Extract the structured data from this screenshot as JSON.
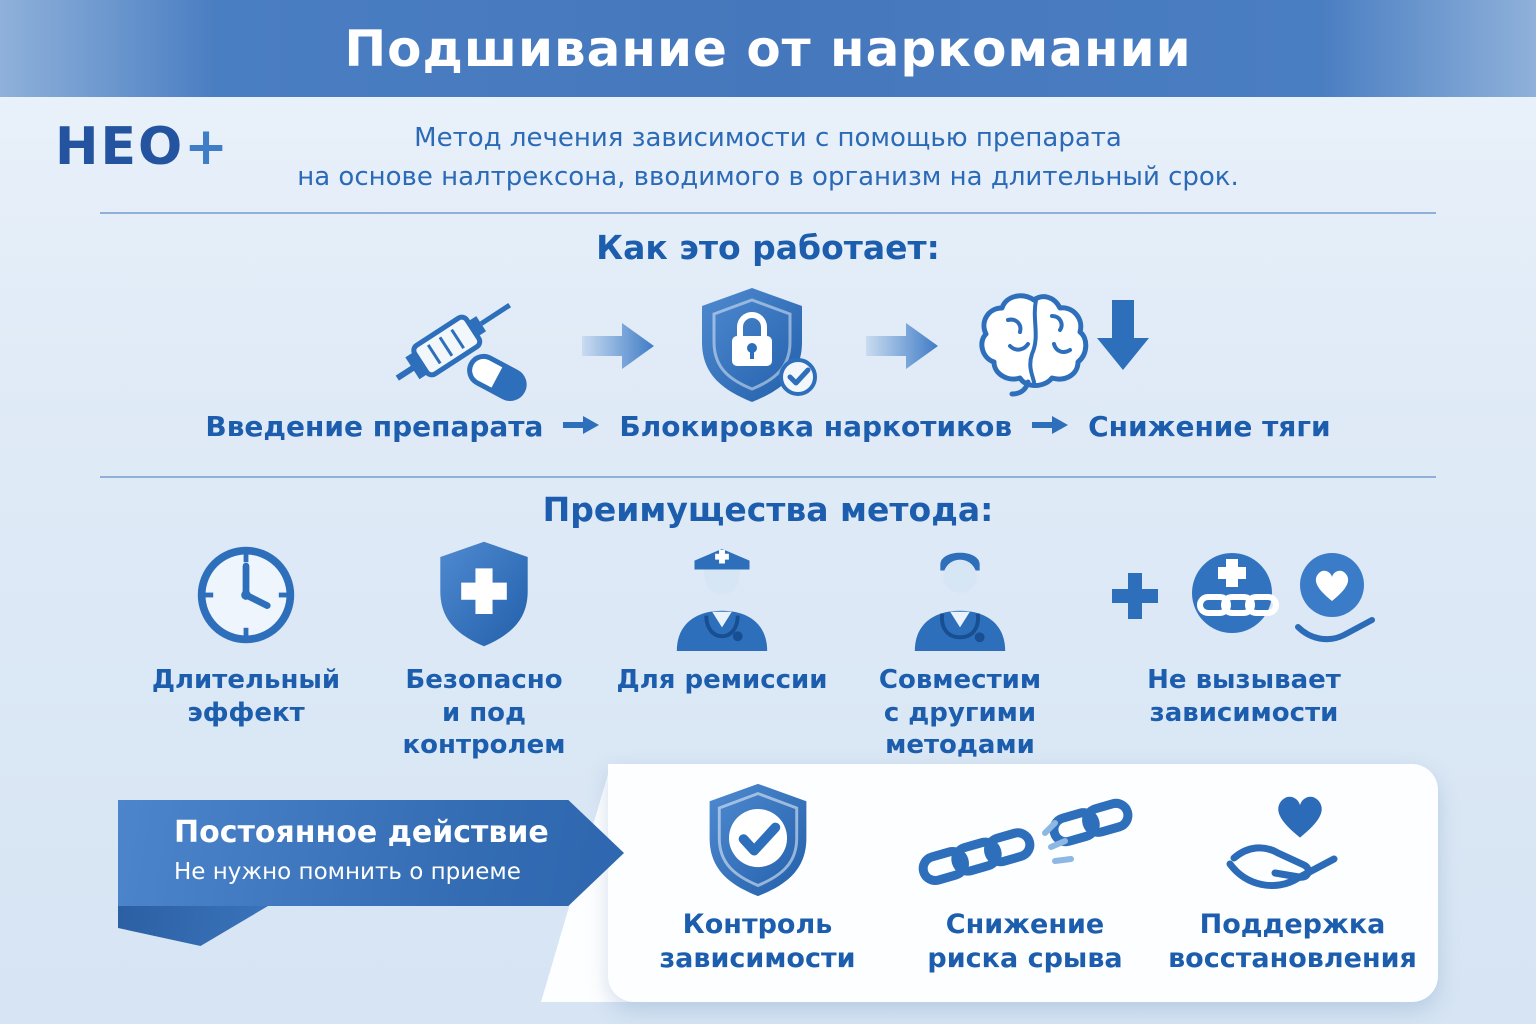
{
  "colors": {
    "header_blue": "#4577bc",
    "accent_blue": "#2e6fbb",
    "text_blue": "#1c5dad",
    "page_bg": "#dfeaf6",
    "panel_white": "#ffffff"
  },
  "header": {
    "title": "Подшивание от наркомании"
  },
  "brand": {
    "logo_text": "НЕО",
    "logo_plus": "+"
  },
  "intro": {
    "line1": "Метод лечения зависимости с помощью препарата",
    "line2": "на основе налтрексона, вводимого в организм на длительный срок."
  },
  "how_it_works": {
    "heading": "Как это работает:",
    "steps": [
      {
        "icon": "syringe-pill-icon",
        "label": "Введение препарата"
      },
      {
        "icon": "shield-lock-icon",
        "label": "Блокировка наркотиков"
      },
      {
        "icon": "brain-decrease-icon",
        "label": "Снижение тяги"
      }
    ]
  },
  "advantages": {
    "heading": "Преимущества метода:",
    "items": [
      {
        "icon": "clock-icon",
        "label": "Длительный эффект"
      },
      {
        "icon": "shield-cross-icon",
        "label": "Безопасно\nи под контролем"
      },
      {
        "icon": "doctor-cap-icon",
        "label": "Для ремиссии"
      },
      {
        "icon": "doctor-stethoscope-icon",
        "label": "Совместим\nс другими\nметодами"
      },
      {
        "icon": "plus-chain-heart-hand-icon",
        "label": "Не вызывает\nзависимости"
      }
    ]
  },
  "highlight": {
    "title": "Постоянное действие",
    "subtitle": "Не нужно помнить о приеме"
  },
  "benefits": {
    "items": [
      {
        "icon": "shield-check-icon",
        "label": "Контроль зависимости"
      },
      {
        "icon": "broken-chain-icon",
        "label": "Снижение риска срыва"
      },
      {
        "icon": "heart-hand-icon",
        "label": "Поддержка\nвосстановления"
      }
    ]
  }
}
